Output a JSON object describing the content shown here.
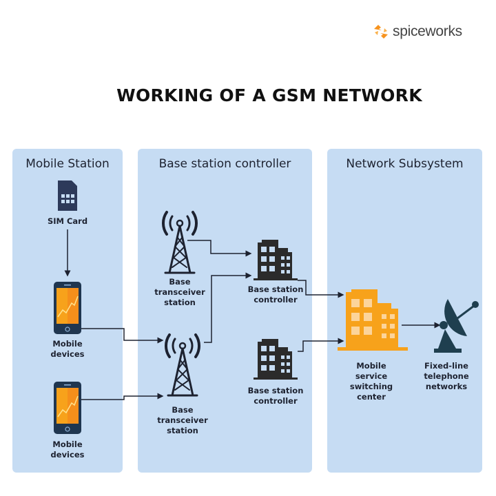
{
  "brand": {
    "name": "spiceworks",
    "logo_color": "#f7931e"
  },
  "title": "WORKING OF A GSM NETWORK",
  "colors": {
    "panel": "#c6dcf3",
    "dark": "#2d3a4a",
    "accent": "#f7a21b"
  },
  "panels": [
    {
      "title": "Mobile Station"
    },
    {
      "title": "Base station controller"
    },
    {
      "title": "Network Subsystem"
    }
  ],
  "nodes": {
    "sim": "SIM Card",
    "mobile1": "Mobile devices",
    "mobile2": "Mobile devices",
    "bts1": "Base transceiver station",
    "bts2": "Base transceiver station",
    "bsc1": "Base station controller",
    "bsc2": "Base station controller",
    "msc": "Mobile service switching center",
    "pstn": "Fixed-line telephone networks"
  }
}
